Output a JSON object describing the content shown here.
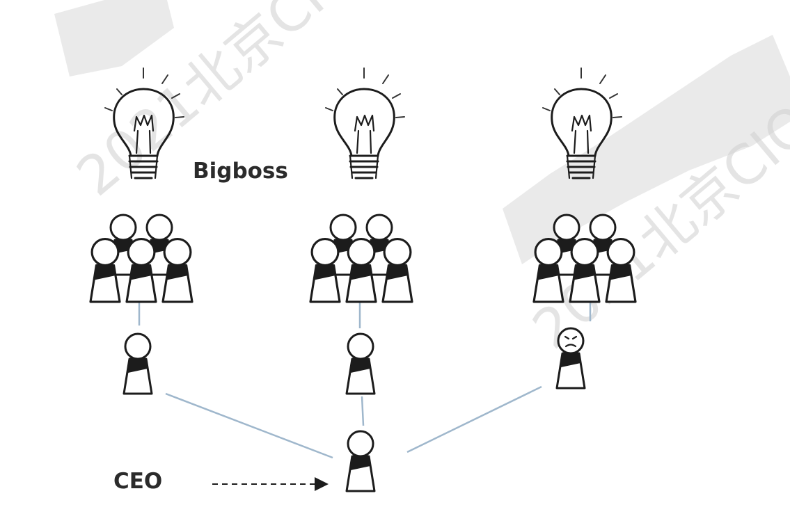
{
  "labels": {
    "bigboss": "Bigboss",
    "ceo": "CEO"
  },
  "watermark": {
    "text": "2021北京CIO"
  },
  "colors": {
    "connector": "#9fb7cc",
    "ink": "#1c1c1c",
    "label": "#2b2b2b"
  },
  "icons": [
    "lightbulb-icon",
    "team-group-icon",
    "person-icon",
    "frowning-person-icon",
    "arrow-icon"
  ]
}
